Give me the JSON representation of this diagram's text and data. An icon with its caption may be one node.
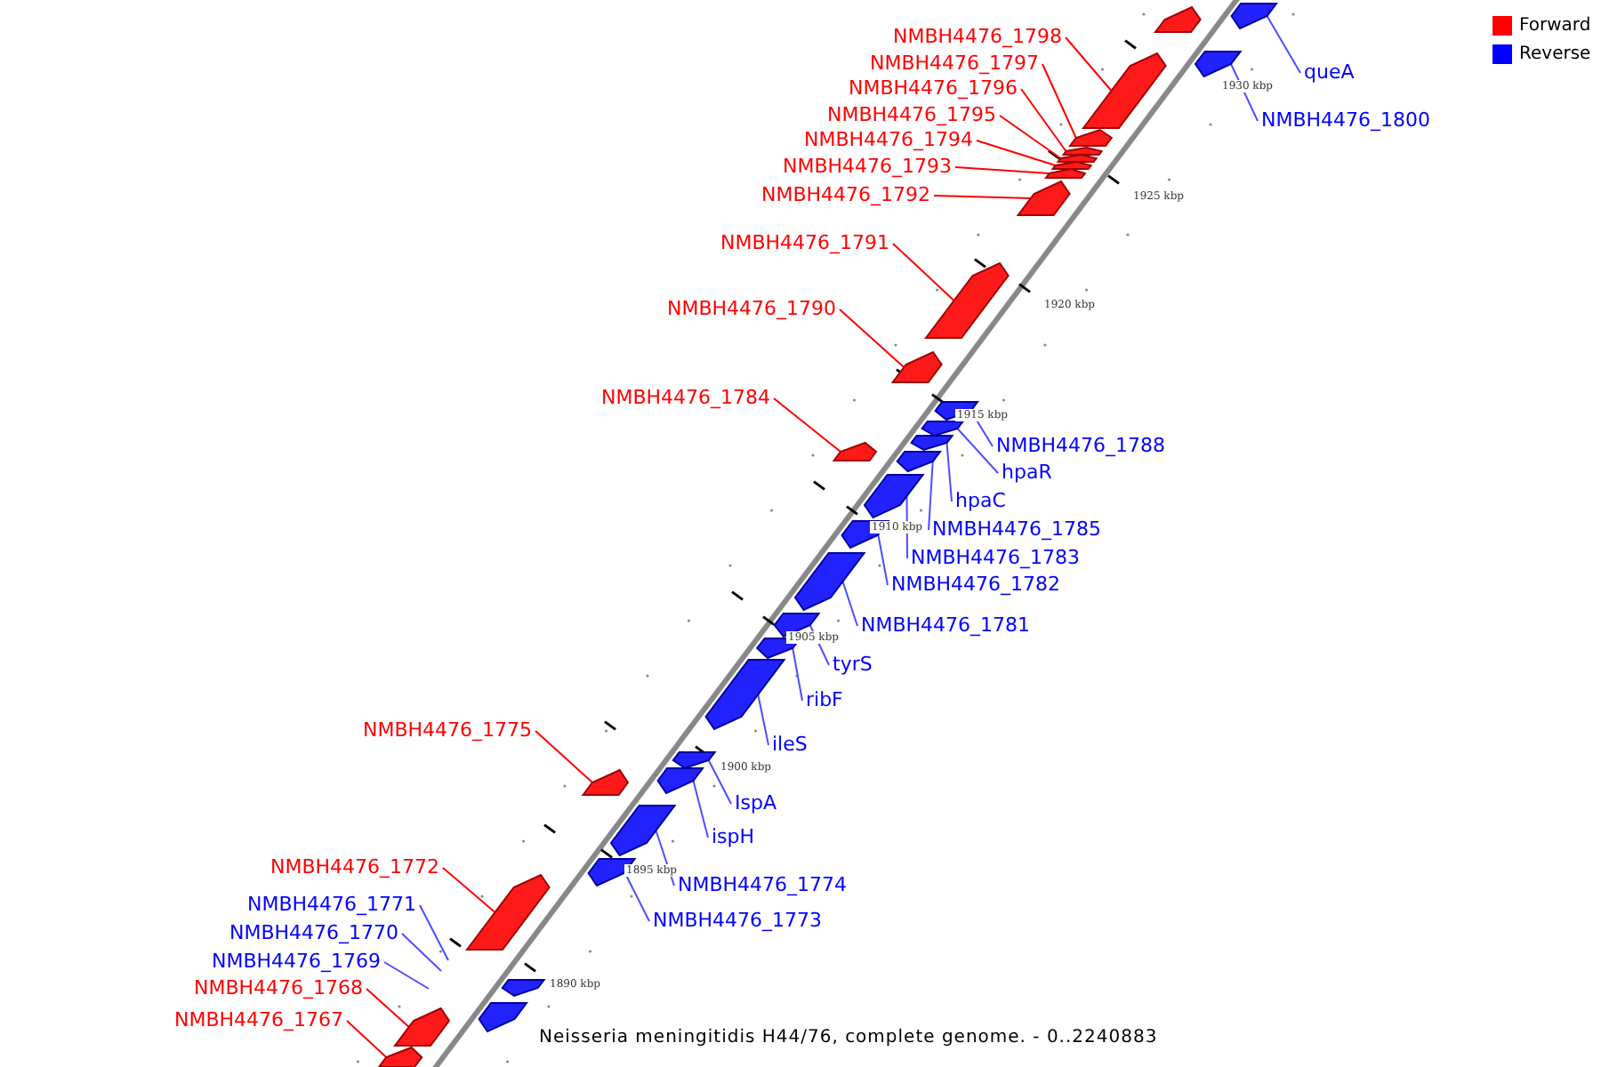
{
  "diagram": {
    "caption": "Neisseria meningitidis H44/76, complete genome. - 0..2240883",
    "nodes": [
      {
        "text": [
          "NMBH4476_1798"
        ]
      },
      {
        "text": [],
        "shape": "box"
      },
      {
        "text": [
          "NMBH4476_1797"
        ]
      },
      {
        "text": [],
        "shape": "box"
      },
      {
        "text": [
          "queA"
        ]
      },
      {
        "text": [],
        "shape": "box"
      },
      {
        "text": [
          "NMBH4476_1796"
        ]
      },
      {
        "text": [],
        "shape": "box"
      },
      {
        "text": [
          "NMBH4476_1795"
        ]
      },
      {
        "text": [],
        "shape": "box"
      },
      {
        "text": [
          "NMBH4476_1800"
        ]
      },
      {
        "text": [],
        "shape": "box"
      },
      {
        "text": [
          "NMBH4476_1794"
        ]
      },
      {
        "text": [],
        "shape": "box"
      },
      {
        "text": [
          "NMBH4476_1793"
        ]
      },
      {
        "text": [],
        "shape": "box"
      },
      {
        "text": [
          "NMBH4476_1792"
        ]
      },
      {
        "text": [],
        "shape": "box"
      },
      {
        "text": [
          "NMBH4476_1791"
        ]
      },
      {
        "text": [],
        "shape": "box"
      },
      {
        "text": [
          "NMBH4476_1790"
        ]
      },
      {
        "text": [],
        "shape": "box"
      },
      {
        "text": [
          "NMBH4476_1784"
        ]
      },
      {
        "text": [],
        "shape": "box"
      },
      {
        "text": [
          "NMBH4476_1788"
        ]
      },
      {
        "text": [],
        "shape": "box"
      },
      {
        "text": [
          "hpaR"
        ]
      },
      {
        "text": [],
        "shape": "box"
      },
      {
        "text": [
          "hpaC"
        ]
      },
      {
        "text": [],
        "shape": "box"
      },
      {
        "text": [
          "NMBH4476_1785"
        ]
      },
      {
        "text": [],
        "shape": "box"
      },
      {
        "text": [
          "NMBH4476_1783"
        ]
      },
      {
        "text": [],
        "shape": "box"
      },
      {
        "text": [
          "NMBH4476_1782"
        ]
      },
      {
        "text": [],
        "shape": "box"
      },
      {
        "text": [
          "NMBH4476_1781"
        ]
      },
      {
        "text": [],
        "shape": "box"
      },
      {
        "text": [
          "tyrS"
        ]
      },
      {
        "text": [],
        "shape": "box"
      },
      {
        "text": [
          "ribF"
        ]
      },
      {
        "text": [],
        "shape": "box"
      },
      {
        "text": [
          "NMBH4476_1775"
        ]
      },
      {
        "text": [],
        "shape": "box"
      },
      {
        "text": [
          "ileS"
        ]
      },
      {
        "text": [],
        "shape": "box"
      },
      {
        "text": [
          "IspA"
        ]
      },
      {
        "text": [],
        "shape": "box"
      },
      {
        "text": [
          "ispH"
        ]
      },
      {
        "text": [],
        "shape": "box"
      },
      {
        "text": [
          "NMBH4476_1772"
        ]
      },
      {
        "text": [],
        "shape": "box"
      },
      {
        "text": [
          "NMBH4476_1774"
        ]
      },
      {
        "text": [],
        "shape": "box"
      },
      {
        "text": [
          "NMBH4476_1771"
        ]
      },
      {
        "text": [
          "NMBH4476_1773"
        ]
      },
      {
        "text": [],
        "shape": "box"
      },
      {
        "text": [
          "NMBH4476_1770"
        ]
      },
      {
        "text": [
          "NMBH4476_1769"
        ]
      },
      {
        "text": [
          "NMBH4476_1768"
        ]
      },
      {
        "text": [],
        "shape": "box"
      },
      {
        "text": [
          "NMBH4476_1767"
        ]
      },
      {
        "text": [],
        "shape": "box"
      },
      {
        "text": [],
        "shape": "box"
      },
      {
        "text": [],
        "shape": "box"
      },
      {
        "text": [],
        "shape": "box"
      }
    ],
    "edges": [
      {
        "from": 0,
        "to": 1,
        "arrow": "none",
        "color": "#ff0000"
      },
      {
        "from": 2,
        "to": 3,
        "arrow": "none",
        "color": "#ff0000"
      },
      {
        "from": 4,
        "to": 5,
        "arrow": "none"
      },
      {
        "from": 6,
        "to": 7,
        "arrow": "none",
        "color": "#ff0000"
      },
      {
        "from": 8,
        "to": 9,
        "arrow": "none",
        "color": "#ff0000"
      },
      {
        "from": 10,
        "to": 11,
        "arrow": "none"
      },
      {
        "from": 12,
        "to": 13,
        "arrow": "none",
        "color": "#ff0000"
      },
      {
        "from": 14,
        "to": 15,
        "arrow": "none",
        "color": "#ff0000"
      },
      {
        "from": 16,
        "to": 17,
        "arrow": "none",
        "color": "#ff0000"
      },
      {
        "from": 18,
        "to": 19,
        "arrow": "none",
        "color": "#ff0000"
      },
      {
        "from": 20,
        "to": 21,
        "arrow": "none",
        "color": "#ff0000"
      },
      {
        "from": 22,
        "to": 23,
        "arrow": "none",
        "color": "#ff0000"
      },
      {
        "from": 24,
        "to": 25,
        "arrow": "none"
      },
      {
        "from": 26,
        "to": 27,
        "arrow": "none"
      },
      {
        "from": 28,
        "to": 29,
        "arrow": "none"
      },
      {
        "from": 30,
        "to": 31,
        "arrow": "none"
      },
      {
        "from": 32,
        "to": 33,
        "arrow": "none"
      },
      {
        "from": 34,
        "to": 35,
        "arrow": "none"
      },
      {
        "from": 36,
        "to": 37,
        "arrow": "none"
      },
      {
        "from": 38,
        "to": 39,
        "arrow": "none"
      },
      {
        "from": 40,
        "to": 41,
        "arrow": "none"
      },
      {
        "from": 42,
        "to": 43,
        "arrow": "none",
        "color": "#ff0000"
      },
      {
        "from": 44,
        "to": 45,
        "arrow": "none"
      },
      {
        "from": 46,
        "to": 47,
        "arrow": "none"
      },
      {
        "from": 48,
        "to": 49,
        "arrow": "none"
      },
      {
        "from": 50,
        "to": 51,
        "arrow": "none",
        "color": "#ff0000"
      },
      {
        "from": 52,
        "to": 53,
        "arrow": "none"
      },
      {
        "from": 54,
        "to": null,
        "arrow": "none"
      },
      {
        "from": 55,
        "to": 56,
        "arrow": "none"
      },
      {
        "from": 57,
        "to": null,
        "arrow": "none"
      },
      {
        "from": 58,
        "to": null,
        "arrow": "none"
      },
      {
        "from": 59,
        "to": 60,
        "arrow": "none",
        "color": "#ff0000"
      },
      {
        "from": 61,
        "to": 62,
        "arrow": "none",
        "color": "#ff0000"
      }
    ],
    "labels": [
      "1930 kbp",
      "1925 kbp",
      "1920 kbp",
      "1915 kbp",
      "1910 kbp",
      "1905 kbp",
      "1900 kbp",
      "1895 kbp",
      "1890 kbp"
    ],
    "legend": [
      {
        "text": "Forward",
        "color": "#ff0000"
      },
      {
        "text": "Reverse",
        "color": "#0000ff"
      }
    ]
  }
}
